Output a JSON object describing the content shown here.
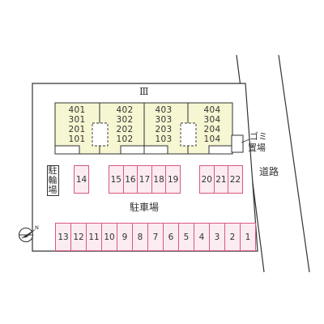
{
  "building": {
    "name": "Ⅲ"
  },
  "units": [
    {
      "floors": [
        "401",
        "301",
        "201",
        "101"
      ]
    },
    {
      "floors": [
        "402",
        "302",
        "202",
        "102"
      ]
    },
    {
      "floors": [
        "403",
        "303",
        "203",
        "103"
      ]
    },
    {
      "floors": [
        "404",
        "304",
        "204",
        "104"
      ]
    }
  ],
  "labels": {
    "garbage_line1": "ゴミ",
    "garbage_line2": "置場",
    "road": "道路",
    "parking": "駐車場",
    "bicycle_1": "駐",
    "bicycle_2": "輪",
    "bicycle_3": "場"
  },
  "parking_upper_left": [
    "14"
  ],
  "parking_upper_mid": [
    "15",
    "16",
    "17",
    "18",
    "19"
  ],
  "parking_upper_right": [
    "20",
    "21",
    "22"
  ],
  "parking_lower": [
    "13",
    "12",
    "11",
    "10",
    "9",
    "8",
    "7",
    "6",
    "5",
    "4",
    "3",
    "2",
    "1"
  ],
  "compass": {
    "north": "N"
  },
  "colors": {
    "building_fill": "#f6f6d2",
    "parking_border": "#d65a7c",
    "parking_fill": "#fbecf1",
    "line": "#333333"
  }
}
